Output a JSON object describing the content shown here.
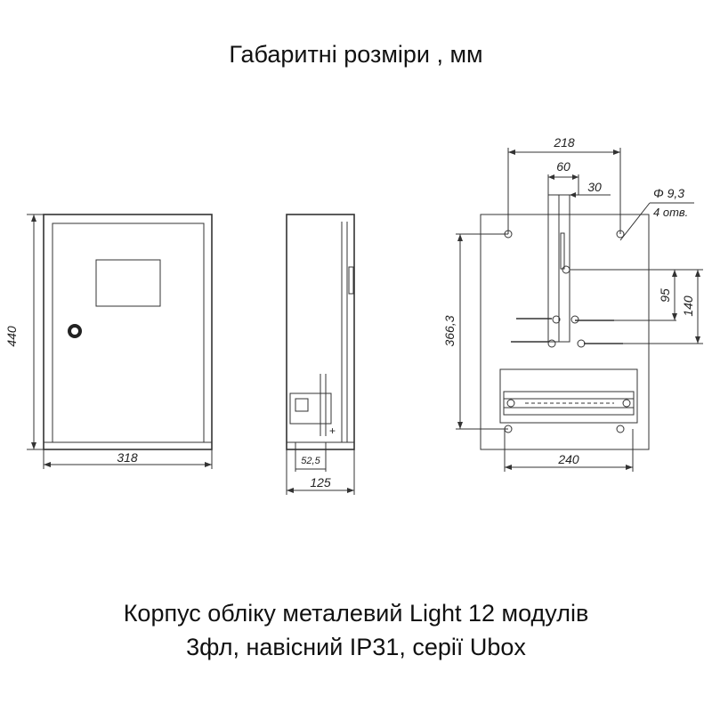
{
  "header": {
    "title": "Габаритні розміри , мм"
  },
  "caption": {
    "line1": "Корпус обліку металевий Light 12 модулів",
    "line2": "3фл, навісний IP31, серії Ubox"
  },
  "dimensions": {
    "front_height": "440",
    "front_width": "318",
    "side_depth": "125",
    "side_offset": "52,5",
    "back_width_top": "218",
    "back_width_60": "60",
    "back_width_30": "30",
    "hole_diameter": "Φ 9,3",
    "hole_count": "4 отв.",
    "back_height": "366,3",
    "back_95": "95",
    "back_140": "140",
    "back_bottom": "240"
  }
}
